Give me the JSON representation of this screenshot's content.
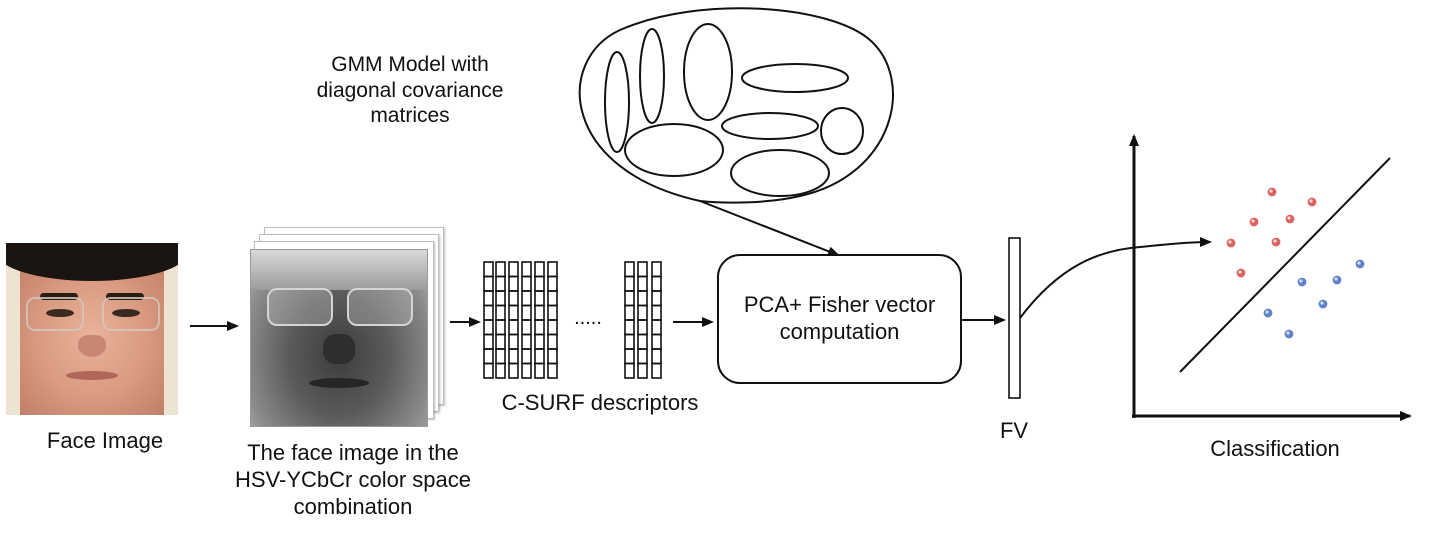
{
  "labels": {
    "gmm": [
      "GMM Model  with",
      "diagonal covariance",
      "matrices"
    ],
    "face_image": "Face Image",
    "color_space": [
      "The face image in the",
      "HSV-YCbCr color space",
      "combination"
    ],
    "descriptors": "C-SURF descriptors",
    "dots": ".....",
    "process": [
      "PCA+ Fisher vector",
      "computation"
    ],
    "fv": "FV",
    "classification": "Classification"
  },
  "classification_plot": {
    "class_a_color": "#d9645f",
    "class_b_color": "#5f82c9"
  }
}
